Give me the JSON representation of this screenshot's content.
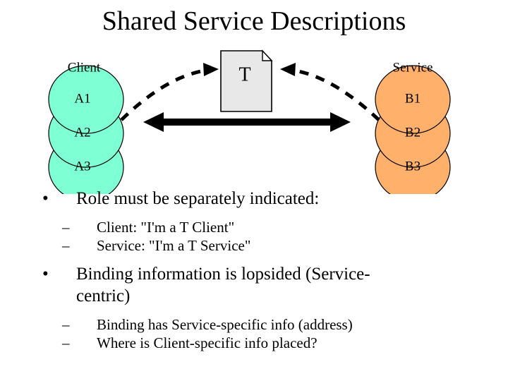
{
  "slide": {
    "title": "Shared Service Descriptions",
    "background_color": "#FFFFFF",
    "text_color": "#000000"
  },
  "diagram": {
    "client_stack": {
      "name": "client-stack",
      "fill_color": "#7FFFD4",
      "stroke_color": "#000000",
      "labels": [
        "Client",
        "A1",
        "A2",
        "A3"
      ]
    },
    "service_stack": {
      "name": "service-stack",
      "fill_color": "#FFB16B",
      "stroke_color": "#000000",
      "labels": [
        "Service",
        "B1",
        "B2",
        "B3"
      ]
    },
    "document": {
      "name": "service-description-document",
      "label": "T",
      "fill_color": "#E8E8E8",
      "stroke_color": "#000000"
    },
    "connectors": {
      "client_to_doc": "dashed-curved-arrow-right",
      "service_to_doc": "dashed-curved-arrow-left",
      "client_service_link": "solid-double-headed-arrow"
    }
  },
  "body": {
    "bullet_glyph": "•",
    "dash_glyph": "–",
    "groups": [
      {
        "heading": "Role must be separately indicated:",
        "sub": [
          "Client: \"I'm a T Client\"",
          "Service: \"I'm a T Service\""
        ]
      },
      {
        "heading": "Binding information is lopsided (Service-centric)",
        "sub": [
          "Binding has Service-specific info (address)",
          "Where is Client-specific info placed?"
        ]
      }
    ]
  }
}
